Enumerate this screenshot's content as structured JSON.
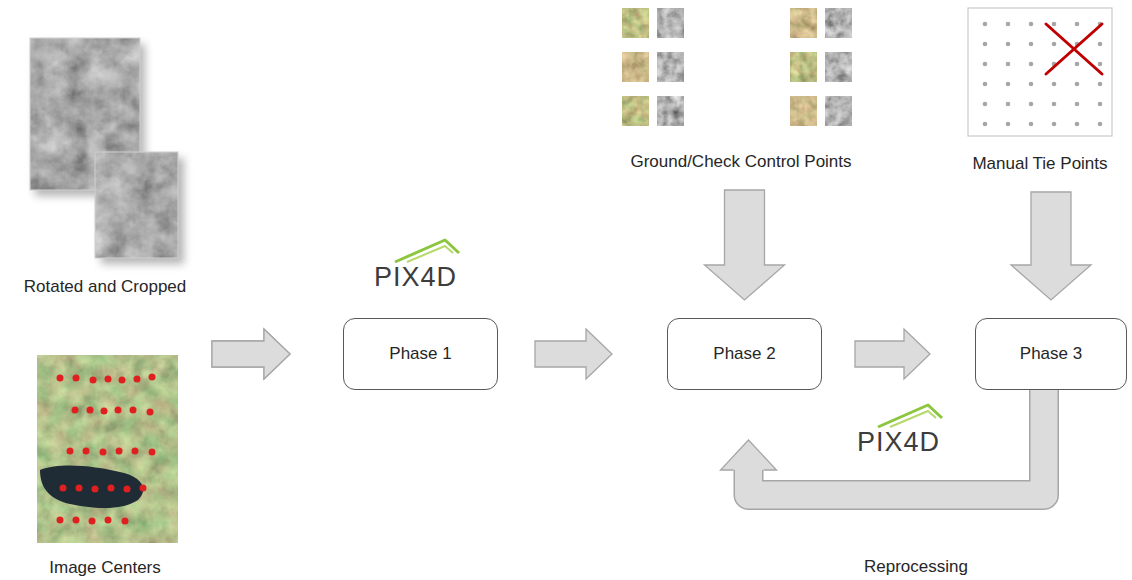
{
  "diagram": {
    "nodes": [
      {
        "text": [
          "Rotated and Cropped"
        ]
      },
      {
        "text": [
          "Image Centers"
        ]
      },
      {
        "text": [
          "Phase 1"
        ]
      },
      {
        "text": [
          "Ground/Check Control Points"
        ]
      },
      {
        "text": [
          "Phase 2"
        ]
      },
      {
        "text": [
          "Manual Tie Points"
        ]
      },
      {
        "text": [
          "Phase 3"
        ]
      }
    ],
    "edges": [
      {
        "from": 0,
        "to": 2,
        "arrow": "to"
      },
      {
        "from": 1,
        "to": 2,
        "arrow": "to"
      },
      {
        "from": 2,
        "to": 4,
        "arrow": "to"
      },
      {
        "from": 3,
        "to": 4,
        "arrow": "to"
      },
      {
        "from": 4,
        "to": 6,
        "arrow": "to"
      },
      {
        "from": 5,
        "to": 6,
        "arrow": "to"
      },
      {
        "from": 6,
        "to": 4,
        "label": "Reprocessing",
        "arrow": "to"
      }
    ],
    "labels": [
      "PIX4D",
      "PIX4D"
    ]
  }
}
